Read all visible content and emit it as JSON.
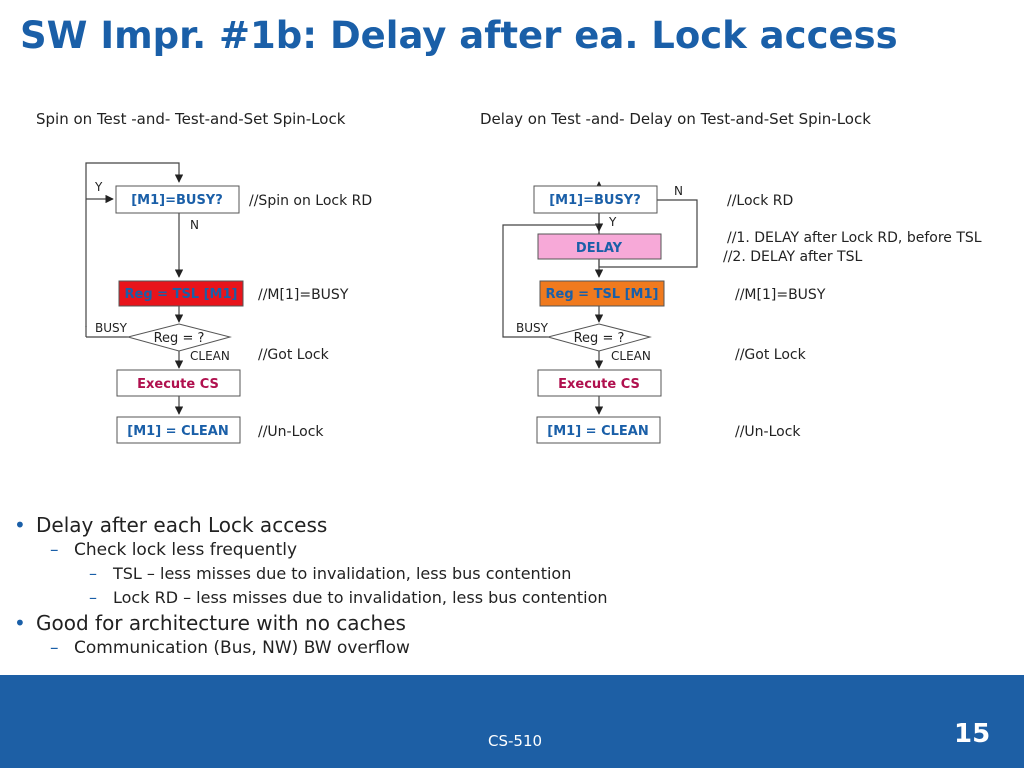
{
  "slide": {
    "title": "SW Impr. #1b: Delay after ea. Lock access",
    "course": "CS-510",
    "page_number": "15"
  },
  "left_diagram": {
    "caption": "Spin on Test -and- Test-and-Set Spin-Lock",
    "busy_box": "[M1]=BUSY?",
    "loop_label": "Y",
    "down_label": "N",
    "tsl_box": "Reg = TSL [M1]",
    "decision": "Reg = ?",
    "busy_label": "BUSY",
    "clean_label": "CLEAN",
    "cs_box": "Execute CS",
    "unlock_box": "[M1] = CLEAN",
    "comments": [
      "//Spin on Lock RD",
      "//M[1]=BUSY",
      "//Got Lock",
      "//Un-Lock"
    ]
  },
  "right_diagram": {
    "caption": "Delay on Test -and- Delay on Test-and-Set Spin-Lock",
    "busy_box": "[M1]=BUSY?",
    "loop_label": "N",
    "down_label": "Y",
    "delay_box": "DELAY",
    "tsl_box": "Reg = TSL [M1]",
    "decision": "Reg = ?",
    "busy_label": "BUSY",
    "clean_label": "CLEAN",
    "cs_box": "Execute CS",
    "unlock_box": "[M1] = CLEAN",
    "comments": [
      "//Lock RD",
      "//1. DELAY after Lock RD, before TSL",
      "//2. DELAY after TSL",
      "//M[1]=BUSY",
      "//Got Lock",
      "//Un-Lock"
    ]
  },
  "bullets": {
    "b1": "Delay after each Lock access",
    "b1_1": "Check lock less frequently",
    "b1_1_1": "TSL – less misses due to invalidation, less bus contention",
    "b1_1_2": "Lock RD – less misses due to invalidation, less bus contention",
    "b2": "Good for architecture with no caches",
    "b2_1": "Communication (Bus, NW) BW overflow"
  },
  "colors": {
    "title_blue": "#1a5fa8",
    "footer_blue": "#1d5fa5",
    "box_text_blue": "#1a5fa8",
    "tsl_left_fill": "#e8141b",
    "tsl_right_fill": "#f07a1e",
    "delay_fill": "#f7a9d8",
    "cs_text": "#b0104e"
  }
}
